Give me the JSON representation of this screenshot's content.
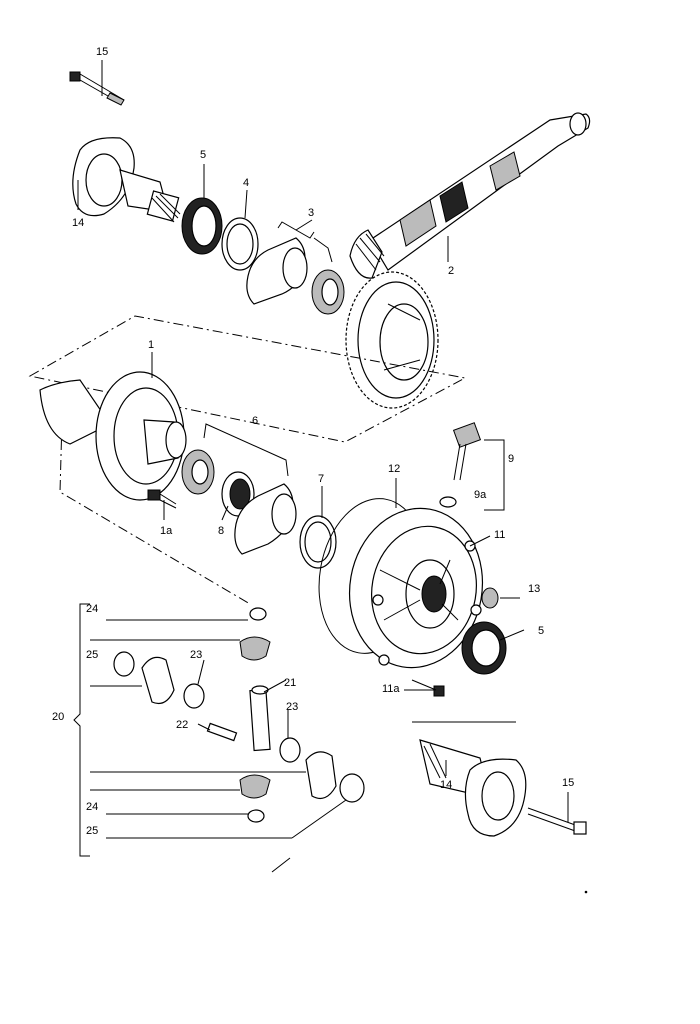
{
  "diagram": {
    "labels": {
      "l15a": "15",
      "l14a": "14",
      "l5a": "5",
      "l4": "4",
      "l3": "3",
      "l2": "2",
      "l1": "1",
      "l6": "6",
      "l1a": "1a",
      "l8": "8",
      "l7": "7",
      "l12": "12",
      "l9": "9",
      "l9a": "9a",
      "l11": "11",
      "l13": "13",
      "l5b": "5",
      "l11a": "11a",
      "l24a": "24",
      "l25a": "25",
      "l23a": "23",
      "l21": "21",
      "l20": "20",
      "l23b": "23",
      "l22": "22",
      "l24b": "24",
      "l25b": "25",
      "l14b": "14",
      "l15b": "15"
    }
  }
}
